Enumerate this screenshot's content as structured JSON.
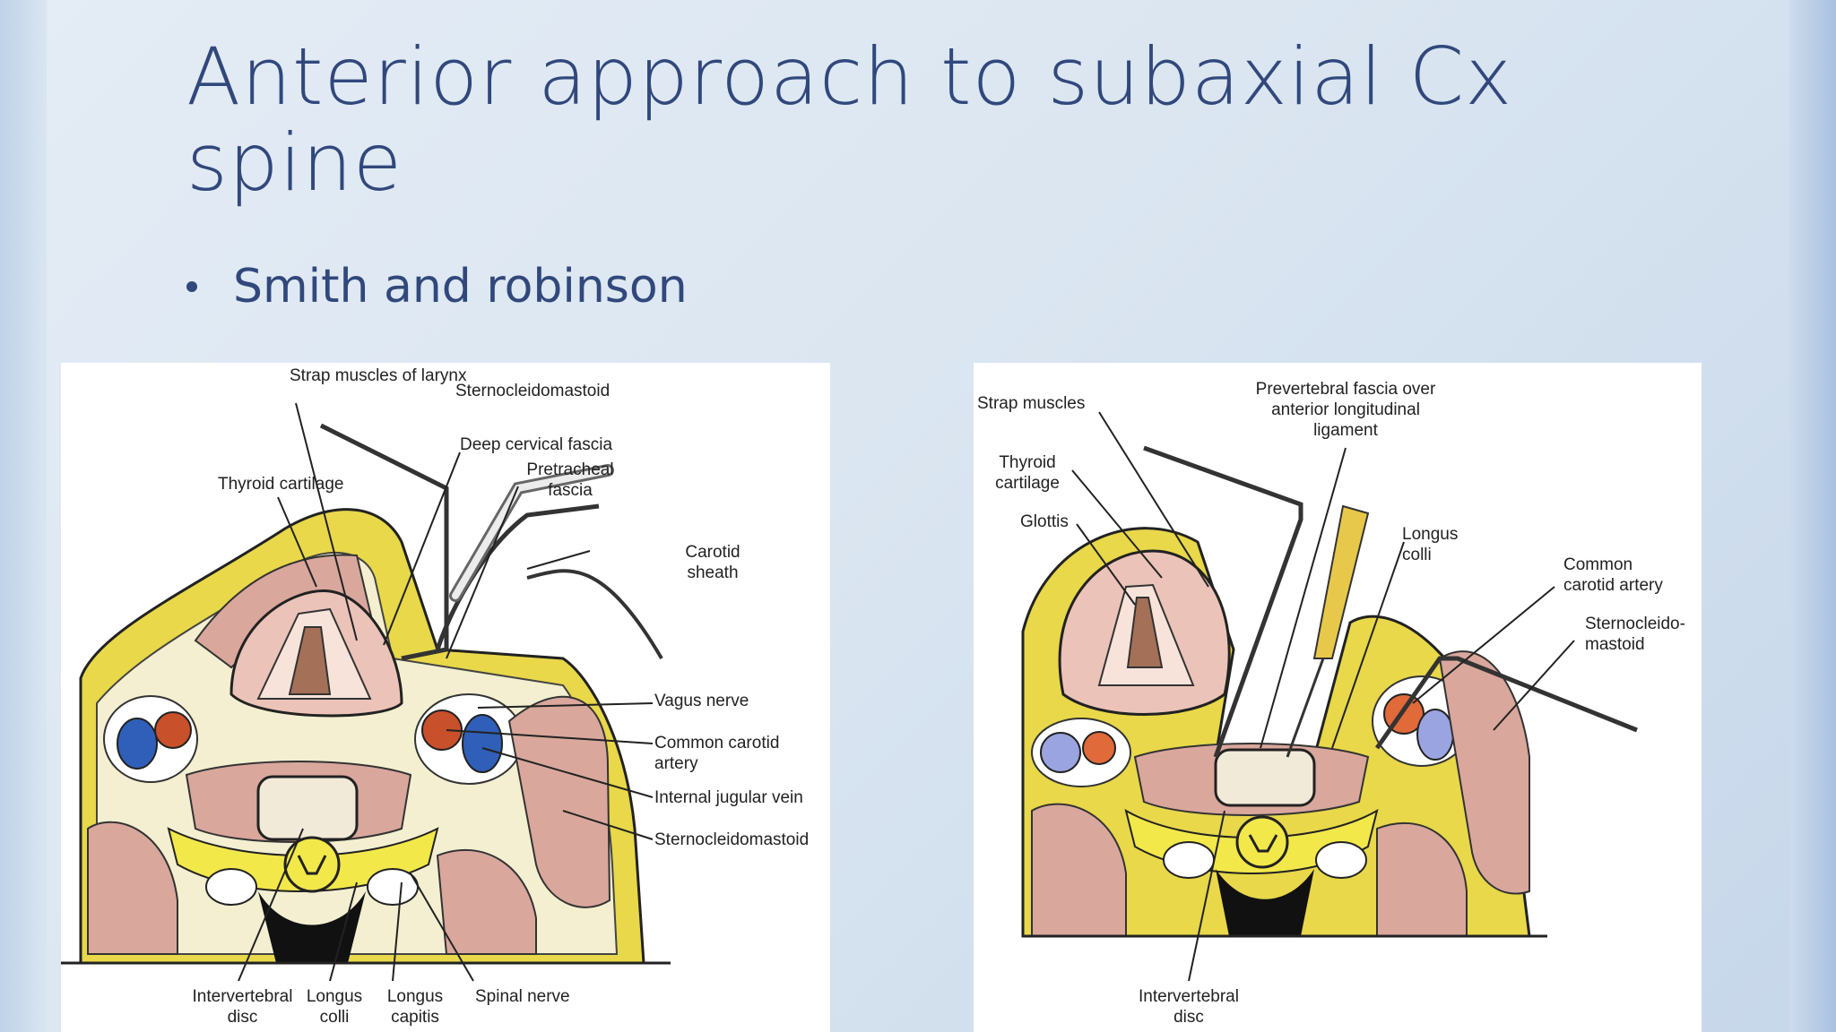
{
  "slide": {
    "title": "Anterior approach to subaxial Cx spine",
    "bullets": [
      "Smith and robinson"
    ]
  },
  "figure_left": {
    "labels": {
      "strap_muscles": "Strap muscles of larynx",
      "sternocleidomastoid_top": "Sternocleidomastoid",
      "deep_cervical_fascia": "Deep cervical fascia",
      "pretracheal_fascia": "Pretracheal fascia",
      "thyroid_cartilage": "Thyroid cartilage",
      "carotid_sheath": "Carotid sheath",
      "vagus_nerve": "Vagus nerve",
      "common_carotid_artery": "Common carotid artery",
      "internal_jugular_vein": "Internal jugular vein",
      "sternocleidomastoid_right": "Sternocleidomastoid",
      "intervertebral_disc": "Intervertebral disc",
      "longus_colli": "Longus colli",
      "longus_capitis": "Longus capitis",
      "spinal_nerve": "Spinal nerve"
    }
  },
  "figure_right": {
    "labels": {
      "strap_muscles": "Strap muscles",
      "prevertebral_fascia": "Prevertebral fascia over anterior longitudinal ligament",
      "thyroid_cartilage": "Thyroid cartilage",
      "glottis": "Glottis",
      "longus_colli": "Longus colli",
      "common_carotid_artery": "Common carotid artery",
      "sternocleidomastoid": "Sternocleido-mastoid",
      "intervertebral_disc": "Intervertebral disc"
    }
  },
  "colors": {
    "title_text": "#31487c",
    "fat_yellow": "#e8d84a",
    "muscle_pink": "#d9a79c",
    "artery_red": "#c8502a",
    "vein_blue": "#2f5fb8",
    "cord_yellow": "#f2e84a"
  }
}
